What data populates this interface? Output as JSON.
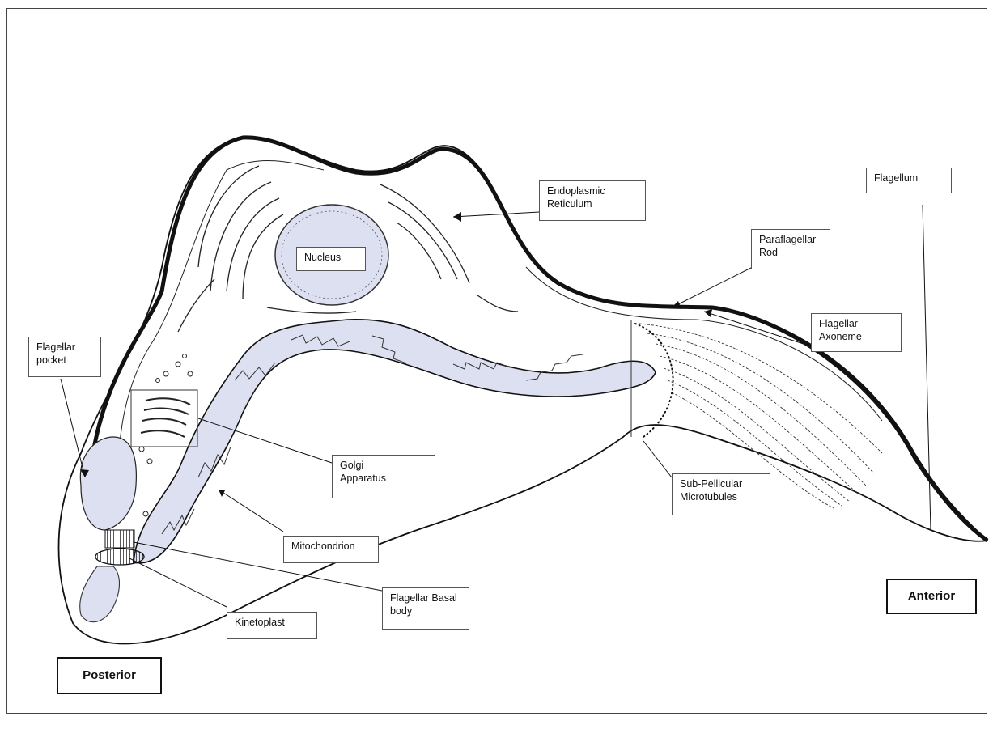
{
  "labels": {
    "flagellum": "Flagellum",
    "endoplasmic_reticulum": "Endoplasmic\nReticulum",
    "nucleus": "Nucleus",
    "paraflagellar_rod": "Paraflagellar\nRod",
    "flagellar_axoneme": "Flagellar\nAxoneme",
    "flagellar_pocket": "Flagellar\npocket",
    "golgi_apparatus": "Golgi\nApparatus",
    "sub_pellicular_microtubules": "Sub-Pellicular\nMicrotubules",
    "mitochondrion": "Mitochondrion",
    "flagellar_basal_body": "Flagellar Basal\nbody",
    "kinetoplast": "Kinetoplast",
    "anterior": "Anterior",
    "posterior": "Posterior"
  },
  "colors": {
    "organelle_fill": "#dde0f0",
    "outline": "#111111"
  }
}
